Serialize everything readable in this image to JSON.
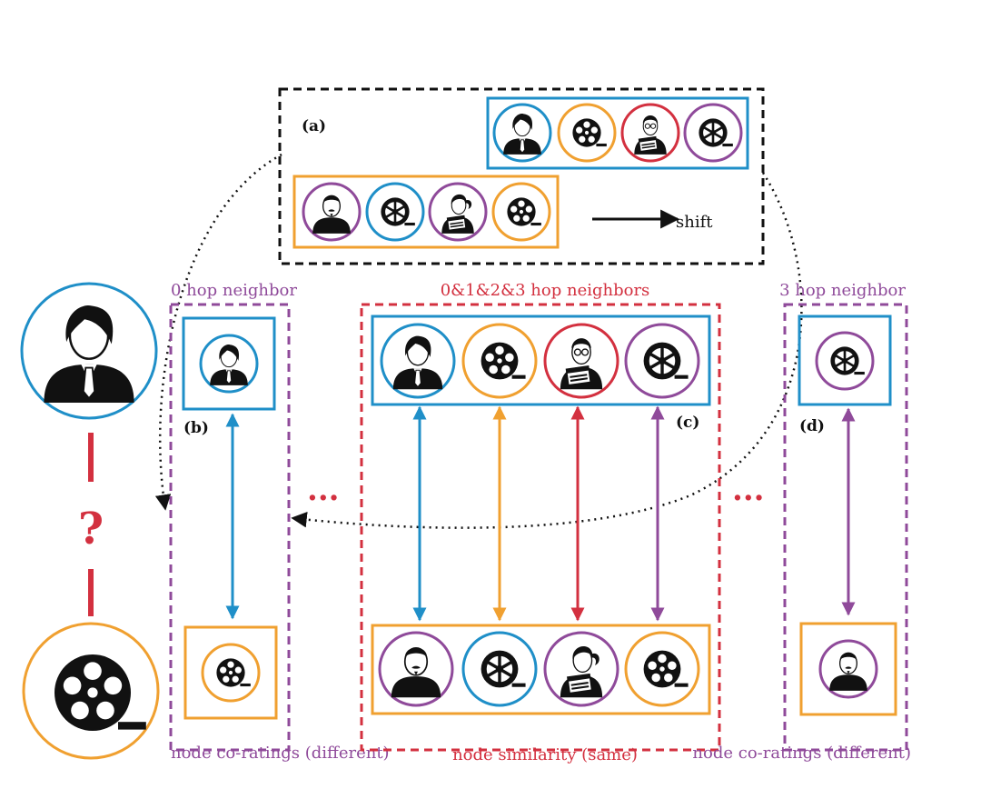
{
  "panels": {
    "a_label": "(a)",
    "b_label": "(b)",
    "c_label": "(c)",
    "d_label": "(d)"
  },
  "shift_label": "shift",
  "titles": {
    "zero_hop": "0 hop neighbor",
    "multi_hop": "0&1&2&3 hop neighbors",
    "three_hop": "3 hop neighbor"
  },
  "captions": {
    "left": "node co-ratings (different)",
    "middle": "node similarity (same)",
    "right": "node co-ratings (different)"
  },
  "ellipsis": "...",
  "question_mark": "?",
  "colors": {
    "blue": "#1f8fc8",
    "orange": "#f0a030",
    "red": "#d3303f",
    "purple": "#8f4a9a",
    "black": "#111111"
  },
  "icons": {
    "user_male": "user-male-icon",
    "user_bearded": "user-bearded-icon",
    "director_glasses": "director-glasses-icon",
    "director_female": "director-female-icon",
    "film_reel": "film-reel-icon"
  }
}
